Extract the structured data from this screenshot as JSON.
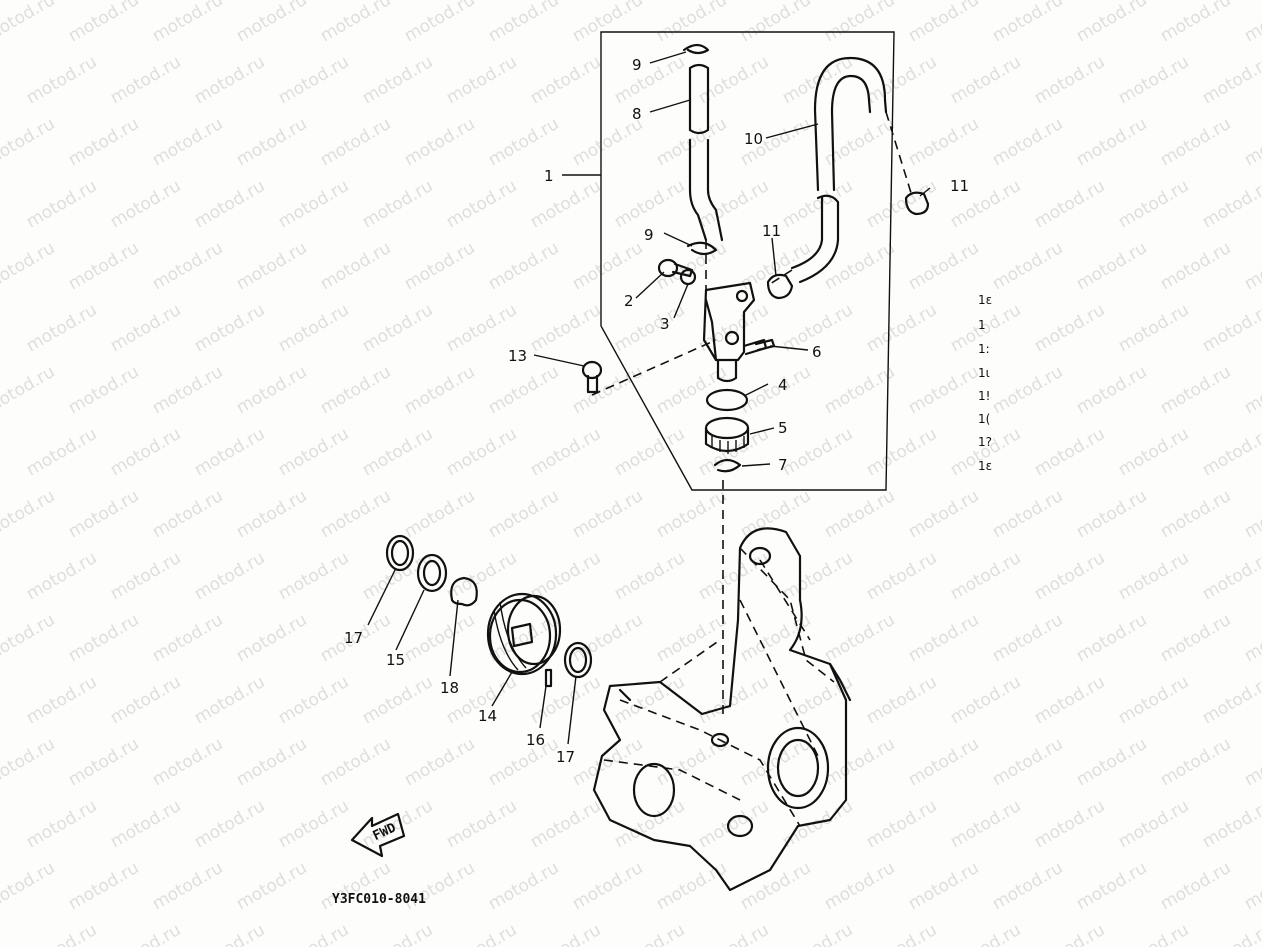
{
  "diagram": {
    "code": "Y3FC010-8041",
    "watermark": "motod.ru",
    "arrow_text": "FWD",
    "labels": {
      "l1": "1",
      "l2": "2",
      "l3": "3",
      "l4": "4",
      "l5": "5",
      "l6": "6",
      "l7": "7",
      "l8": "8",
      "l9a": "9",
      "l9b": "9",
      "l10": "10",
      "l11a": "11",
      "l11b": "11",
      "l13": "13",
      "l14": "14",
      "l15": "15",
      "l16": "16",
      "l17a": "17",
      "l17b": "17",
      "l18": "18"
    },
    "side_labels": [
      "1ε",
      "1",
      "1:",
      "1ι",
      "1!",
      "1(",
      "1?",
      "1ε"
    ]
  }
}
